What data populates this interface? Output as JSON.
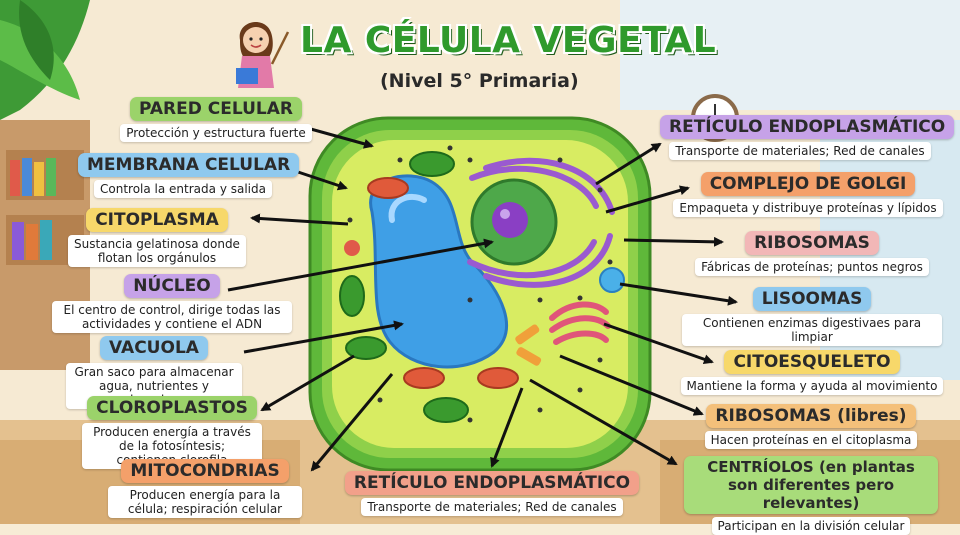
{
  "title": "LA CÉLULA VEGETAL",
  "subtitle": "(Nivel 5° Primaria)",
  "colors": {
    "title": "#2f9a2c",
    "wall": "#5fb83a",
    "cytoplasm": "#d8ec62",
    "vacuole": "#3f9fe6",
    "nucleus": "#4ea84a",
    "nucleolus": "#8a3fc4"
  },
  "labels": {
    "pared": {
      "title": "PARED CELULAR",
      "desc": "Protección y estructura fuerte",
      "color": "#9bd36a"
    },
    "membrana": {
      "title": "MEMBRANA CELULAR",
      "desc": "Controla la entrada y salida",
      "color": "#8fc9ee"
    },
    "citoplasma": {
      "title": "CITOPLASMA",
      "desc": "Sustancia gelatinosa donde flotan los orgánulos",
      "color": "#f7d86a"
    },
    "nucleo": {
      "title": "NÚCLEO",
      "desc": "El centro de control, dirige todas las actividades y contiene el ADN",
      "color": "#c6a2e8"
    },
    "vacuola": {
      "title": "VACUOLA",
      "desc": "Gran saco para almacenar agua, nutrientes y desechos",
      "color": "#8fc9ee"
    },
    "cloroplastos": {
      "title": "CLOROPLASTOS",
      "desc": "Producen energía a través de la fotosíntesis; contienen clorofila",
      "color": "#9bd36a"
    },
    "mitocondrias": {
      "title": "MITOCONDRIAS",
      "desc": "Producen energía para la célula; respiración celular",
      "color": "#f4a06a"
    },
    "reticulo_top": {
      "title": "RETÍCULO ENDOPLASMÁTICO",
      "desc": "Transporte de materiales; Red de canales",
      "color": "#c6a2e8"
    },
    "golgi": {
      "title": "COMPLEJO DE GOLGI",
      "desc": "Empaqueta y distribuye proteínas y lípidos",
      "color": "#f4a06a"
    },
    "ribosomas": {
      "title": "RIBOSOMAS",
      "desc": "Fábricas de proteínas; puntos negros",
      "color": "#f2b7b7"
    },
    "lisosomas": {
      "title": "LISOOMAS",
      "desc": "Contienen enzimas digestivaes para limpiar",
      "color": "#8fc9ee"
    },
    "citoesqueleto": {
      "title": "CITOESQUELETO",
      "desc": "Mantiene la forma y ayuda al movimiento",
      "color": "#f7d86a"
    },
    "ribosomas_libres": {
      "title": "RIBOSOMAS (libres)",
      "desc": "Hacen proteínas en el citoplasma",
      "color": "#f4c07a"
    },
    "reticulo_bottom": {
      "title": "RETÍCULO ENDOPLASMÁTICO",
      "desc": "Transporte de materiales; Red de canales",
      "color": "#f2a08a"
    },
    "centriolos": {
      "title": "CENTRÍOLOS (en plantas son diferentes pero relevantes)",
      "desc": "Participan en la división celular",
      "color": "#a8dc7a"
    }
  }
}
